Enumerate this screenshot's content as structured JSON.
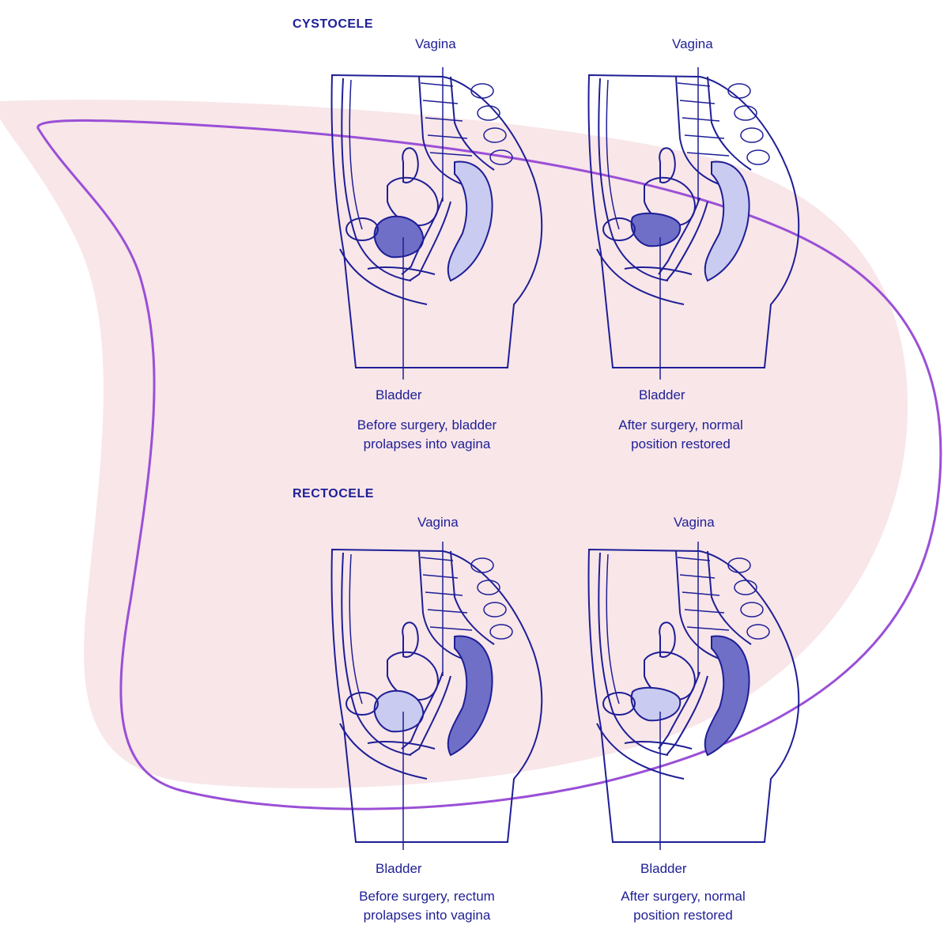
{
  "colors": {
    "line": "#1e1e96",
    "fill_dark": "#6f6fc8",
    "fill_light": "#c9cbf0",
    "blob": "#f8e6e9",
    "outline": "#9b4fd6"
  },
  "sections": [
    {
      "title": "CYSTOCELE",
      "panels": [
        {
          "top_label": "Vagina",
          "bottom_label": "Bladder",
          "caption_line1": "Before surgery, bladder",
          "caption_line2": "prolapses into vagina",
          "highlight": "bladder",
          "prolapse": true
        },
        {
          "top_label": "Vagina",
          "bottom_label": "Bladder",
          "caption_line1": "After surgery, normal",
          "caption_line2": "position restored",
          "highlight": "bladder",
          "prolapse": false
        }
      ]
    },
    {
      "title": "RECTOCELE",
      "panels": [
        {
          "top_label": "Vagina",
          "bottom_label": "Bladder",
          "caption_line1": "Before surgery, rectum",
          "caption_line2": "prolapses into vagina",
          "highlight": "rectum",
          "prolapse": true
        },
        {
          "top_label": "Vagina",
          "bottom_label": "Bladder",
          "caption_line1": "After surgery, normal",
          "caption_line2": "position restored",
          "highlight": "rectum",
          "prolapse": false
        }
      ]
    }
  ]
}
